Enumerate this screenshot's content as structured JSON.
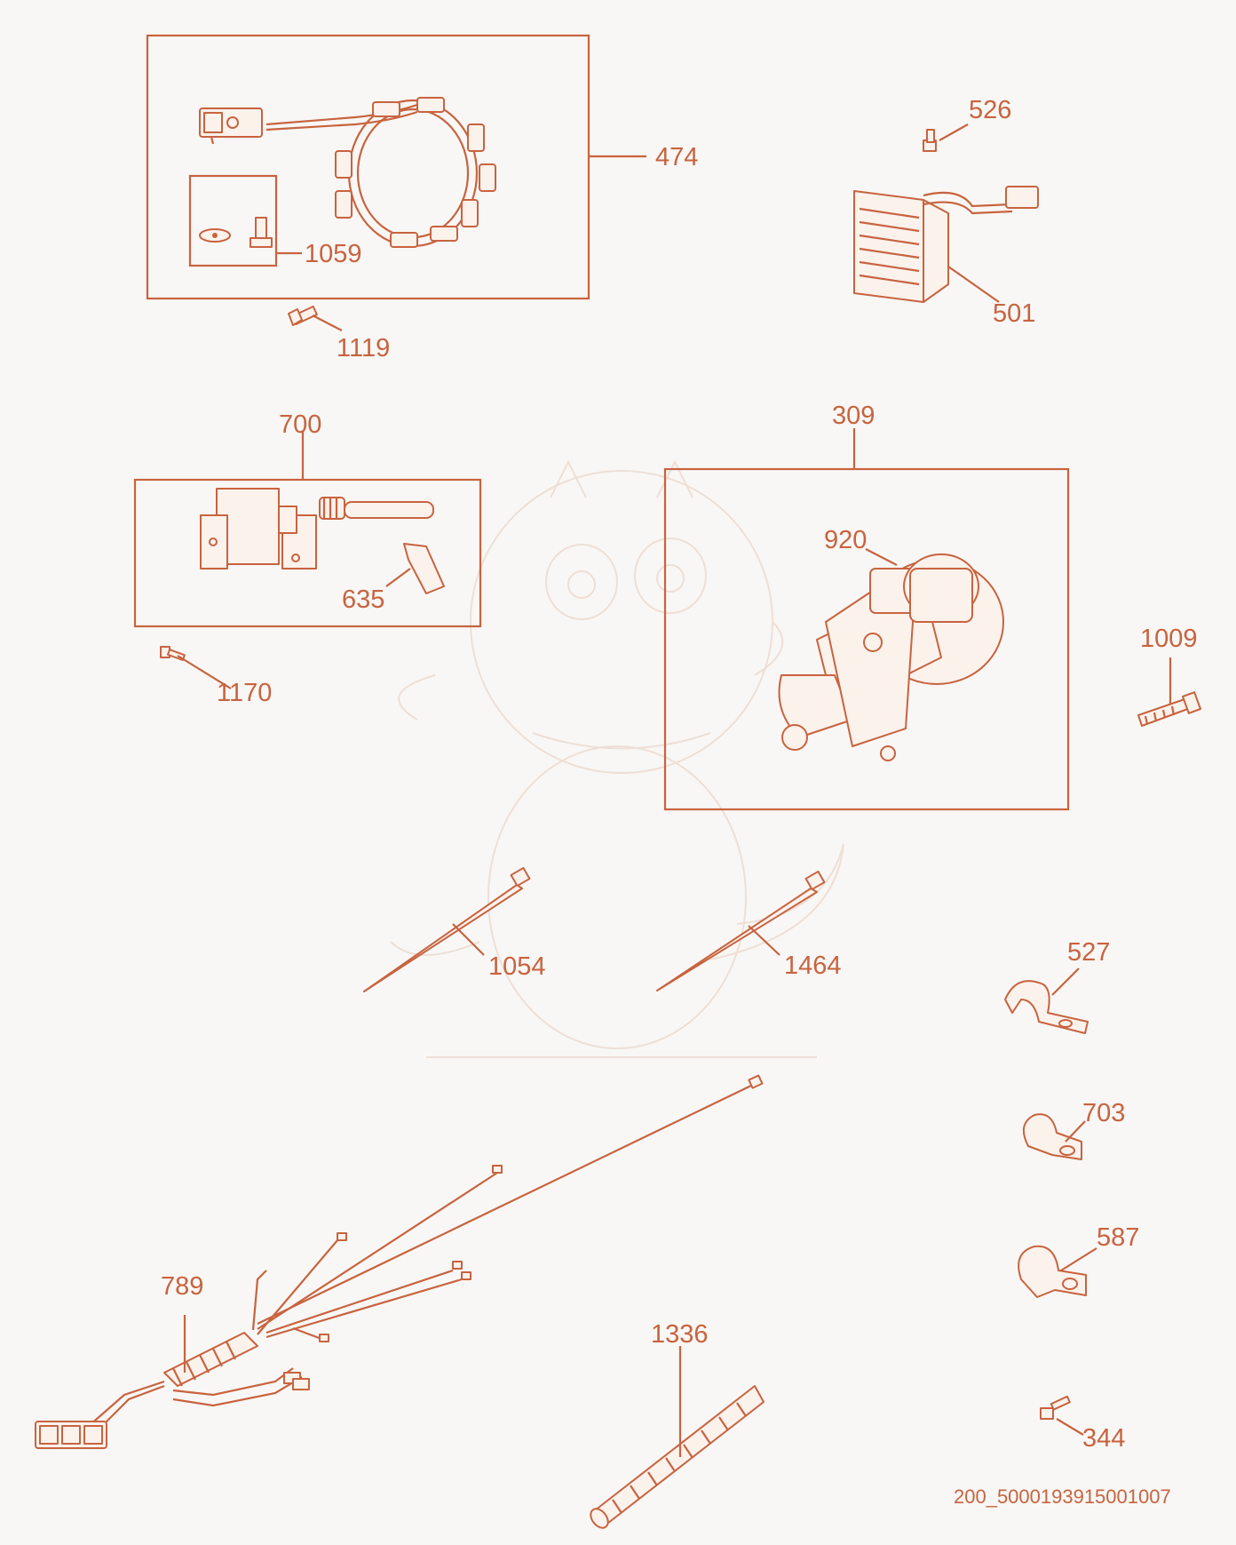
{
  "diagram": {
    "colors": {
      "accent": "#c8633f",
      "background": "#f8f7f5",
      "watermark": "#eedfd6"
    },
    "labels": {
      "l474": "474",
      "l1059": "1059",
      "l1119": "1119",
      "l526": "526",
      "l501": "501",
      "l700": "700",
      "l635": "635",
      "l1170": "1170",
      "l309": "309",
      "l920": "920",
      "l1009": "1009",
      "l1054": "1054",
      "l1464": "1464",
      "l527": "527",
      "l703": "703",
      "l587": "587",
      "l789": "789",
      "l1336": "1336",
      "l344": "344"
    },
    "drawing_code": "200_5000193915001007"
  }
}
